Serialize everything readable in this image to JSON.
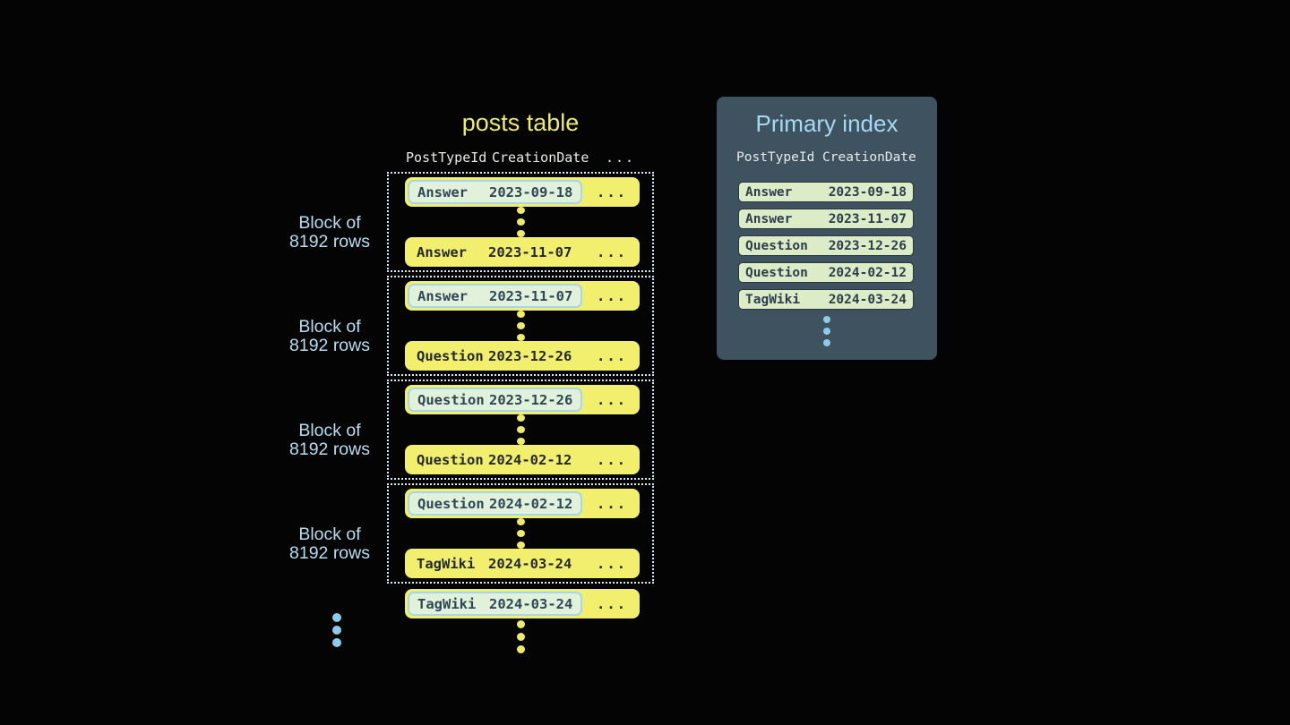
{
  "posts_table": {
    "title": "posts table",
    "columns": [
      "PostTypeId",
      "CreationDate",
      "..."
    ],
    "row_ellipsis": "...",
    "blocks": [
      {
        "label_line1": "Block of",
        "label_line2": "8192 rows",
        "first_row": {
          "type": "Answer",
          "date": "2023-09-18"
        },
        "last_row": {
          "type": "Answer",
          "date": "2023-11-07"
        }
      },
      {
        "label_line1": "Block of",
        "label_line2": "8192 rows",
        "first_row": {
          "type": "Answer",
          "date": "2023-11-07"
        },
        "last_row": {
          "type": "Question",
          "date": "2023-12-26"
        }
      },
      {
        "label_line1": "Block of",
        "label_line2": "8192 rows",
        "first_row": {
          "type": "Question",
          "date": "2023-12-26"
        },
        "last_row": {
          "type": "Question",
          "date": "2024-02-12"
        }
      },
      {
        "label_line1": "Block of",
        "label_line2": "8192 rows",
        "first_row": {
          "type": "Question",
          "date": "2024-02-12"
        },
        "last_row": {
          "type": "TagWiki",
          "date": "2024-03-24"
        }
      }
    ],
    "overflow_row": {
      "type": "TagWiki",
      "date": "2024-03-24"
    }
  },
  "primary_index": {
    "title": "Primary index",
    "columns": [
      "PostTypeId",
      "CreationDate"
    ],
    "entries": [
      {
        "type": "Answer",
        "date": "2023-09-18"
      },
      {
        "type": "Answer",
        "date": "2023-11-07"
      },
      {
        "type": "Question",
        "date": "2023-12-26"
      },
      {
        "type": "Question",
        "date": "2024-02-12"
      },
      {
        "type": "TagWiki",
        "date": "2024-03-24"
      }
    ]
  },
  "colors": {
    "background": "#040404",
    "row_yellow": "#f3ef6e",
    "accent_yellow": "#edeb67",
    "dark_text": "#23292e",
    "highlight_green": "#e2f1da",
    "highlight_border": "#a4d7eb",
    "highlight_text": "#2d4759",
    "dotted_border": "#d3ecf8",
    "label_blue": "#b5ddf1",
    "dot_blue": "#8ecbea",
    "panel_background": "#3e5260",
    "panel_title": "#a6daf0",
    "header_text": "#e8ece5",
    "index_row_green": "#dcecc7",
    "index_row_border": "#26363f",
    "index_row_text": "#2c3e4d"
  }
}
